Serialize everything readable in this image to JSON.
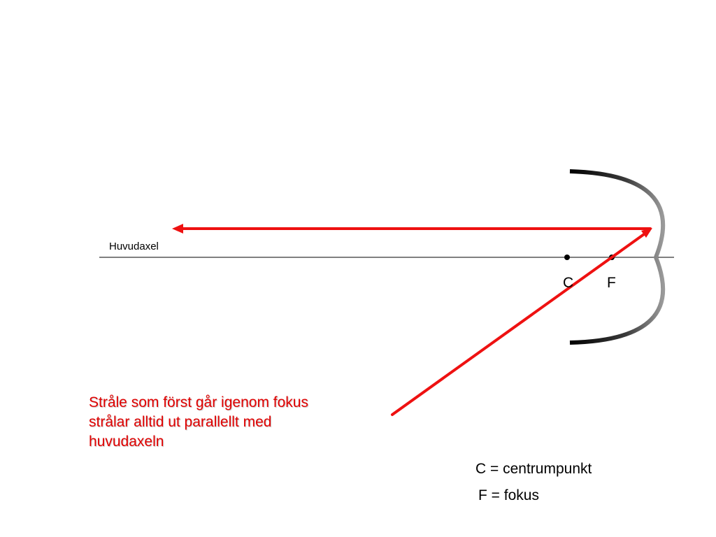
{
  "diagram": {
    "axis_label": "Huvudaxel",
    "point_c_label": "C",
    "point_f_label": "F",
    "caption_lines": [
      "Stråle som först går igenom fokus",
      "strålar alltid ut parallellt med",
      "huvudaxeln"
    ],
    "legend": {
      "c_text": "C = centrumpunkt",
      "f_text": "F = fokus"
    },
    "colors": {
      "ray": "#ee1111",
      "mirror": "#1a1a1a",
      "axis": "#000000",
      "caption_text": "#e00000"
    }
  }
}
